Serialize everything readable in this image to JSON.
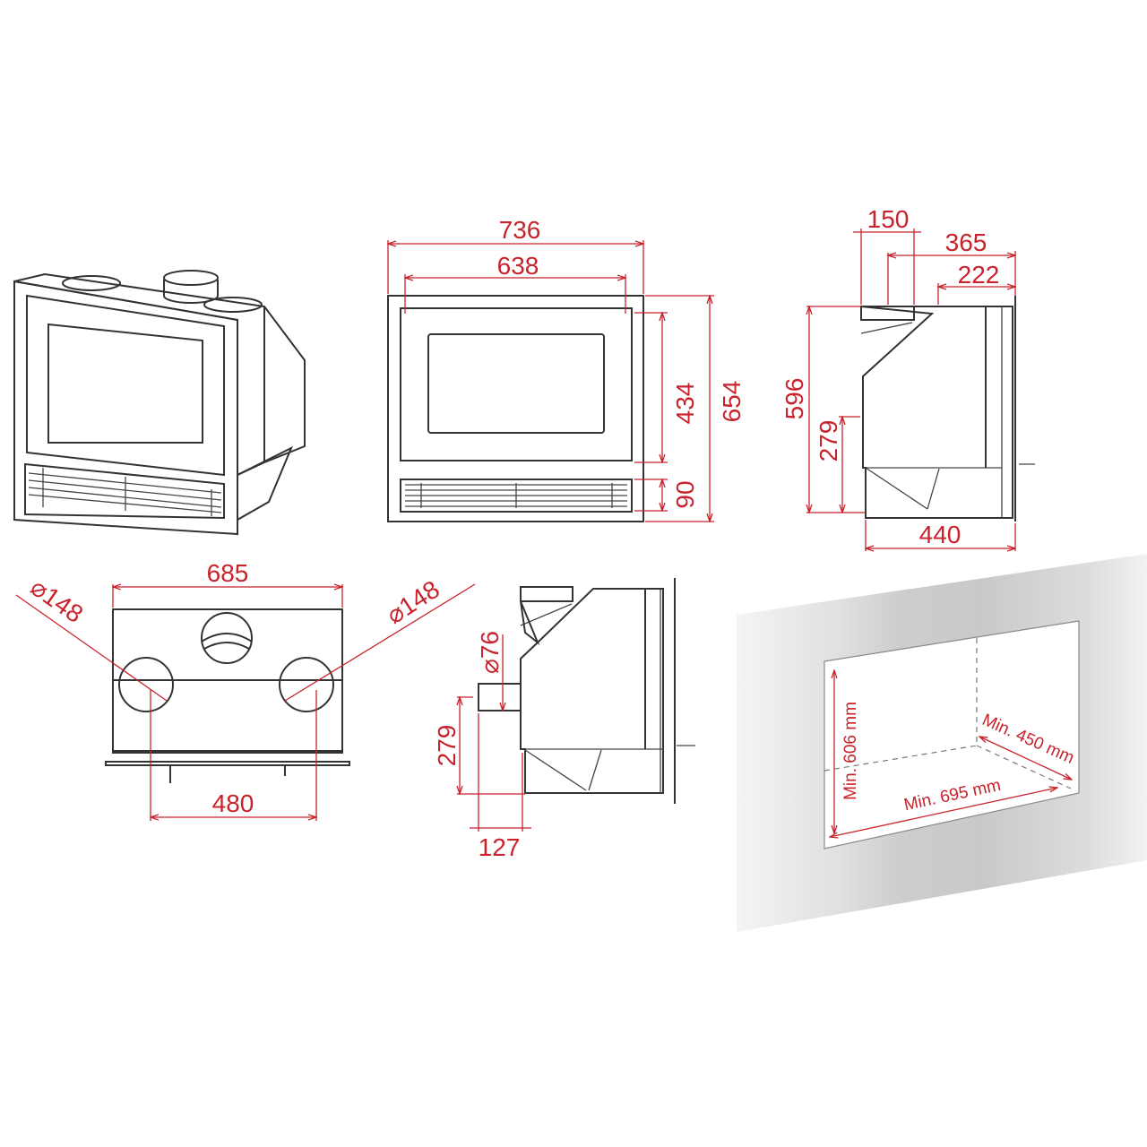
{
  "diagram": {
    "type": "technical-dimension-drawing",
    "subject": "built-in fireplace insert",
    "units": "mm",
    "accent_color": "#c8232c",
    "line_color": "#333333"
  },
  "views": {
    "isometric": {
      "label": "isometric view"
    },
    "front": {
      "overall_width": "736",
      "door_width": "638",
      "glass_height": "434",
      "overall_height": "654",
      "grille_height": "90"
    },
    "side": {
      "flue_width": "150",
      "flue_to_front": "365",
      "top_to_front": "222",
      "overall_height": "596",
      "inlet_height": "279",
      "overall_depth": "440"
    },
    "top": {
      "overall_width": "685",
      "left_duct_diameter": "⌀148",
      "right_duct_diameter": "⌀148",
      "duct_spacing": "480"
    },
    "side_inlet": {
      "inlet_diameter": "⌀76",
      "inlet_height": "279",
      "inlet_projection": "127"
    },
    "niche": {
      "min_height": "Min. 606 mm",
      "min_width": "Min. 695 mm",
      "min_depth": "Min. 450 mm"
    }
  }
}
